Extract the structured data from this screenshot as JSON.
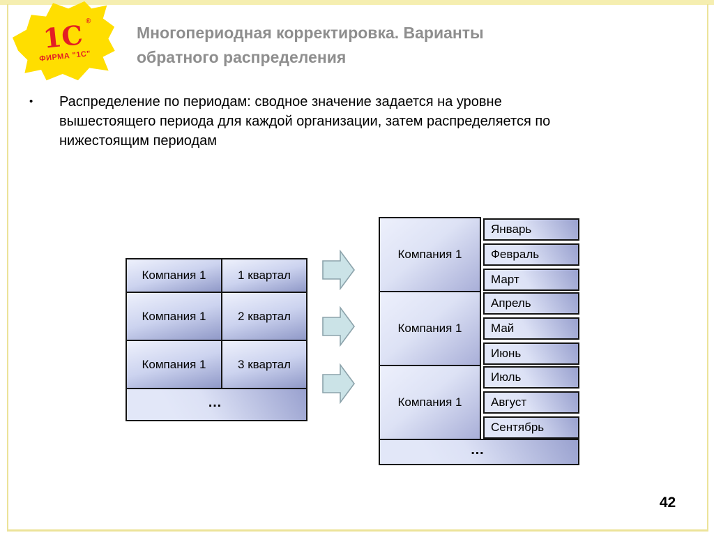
{
  "header": {
    "title": "Многопериодная корректировка. Варианты обратного распределения",
    "title_lines": [
      "Многопериодная корректировка. Варианты",
      "обратного распределения"
    ]
  },
  "logo": {
    "brand": "1С",
    "registered_mark": "®",
    "caption": "ФИРМА \"1С\"",
    "splash_color": "#ffde00",
    "text_color": "#e31e24"
  },
  "bullet": {
    "marker": "•",
    "text": "Распределение по периодам: сводное значение задается на уровне вышестоящего периода для каждой организации, затем распределяется по нижестоящим периодам",
    "lines": [
      "Распределение по периодам: сводное значение задается на уровне",
      "вышестоящего периода для каждой организации, затем распределяется по",
      "нижестоящим периодам"
    ]
  },
  "diagram": {
    "left_table": {
      "rows": [
        {
          "company": "Компания 1",
          "period": "1 квартал"
        },
        {
          "company": "Компания 1",
          "period": "2 квартал"
        },
        {
          "company": "Компания 1",
          "period": "3 квартал"
        }
      ],
      "ellipsis": "…"
    },
    "arrows": {
      "direction": "right",
      "count": 3,
      "fill": "#cbe3e7",
      "stroke": "#8ca3ab"
    },
    "right_table": {
      "groups": [
        {
          "company": "Компания 1",
          "months": [
            "Январь",
            "Февраль",
            "Март"
          ]
        },
        {
          "company": "Компания 1",
          "months": [
            "Апрель",
            "Май",
            "Июнь"
          ]
        },
        {
          "company": "Компания 1",
          "months": [
            "Июль",
            "Август",
            "Сентябрь"
          ]
        }
      ],
      "ellipsis": "…"
    },
    "cell_colors": {
      "light": "#eef1fc",
      "mid": "#ccd3ef",
      "dark": "#9099c8",
      "border": "#141414"
    }
  },
  "footer": {
    "page_number": "42"
  },
  "frame": {
    "border_color": "#ece399"
  }
}
